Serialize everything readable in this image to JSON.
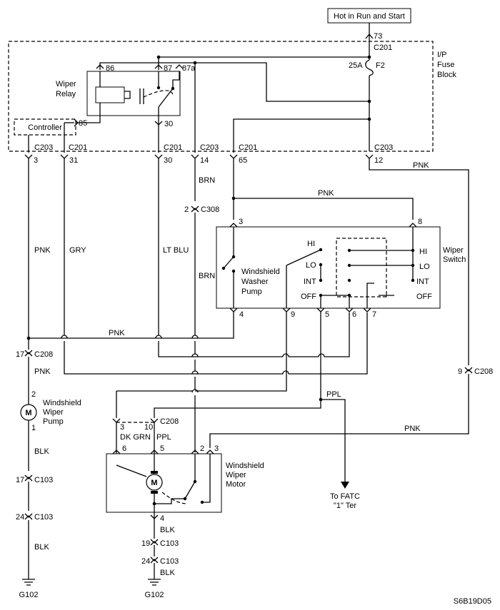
{
  "power_source": "Hot in Run and Start",
  "fuse_block": {
    "label_1": "I/P",
    "label_2": "Fuse",
    "label_3": "Block",
    "fuse_rating": "25A",
    "fuse_name": "F2"
  },
  "relay": {
    "label_1": "Wiper",
    "label_2": "Relay",
    "pins": [
      "86",
      "87",
      "87a",
      "85",
      "30"
    ]
  },
  "controller": "Controller",
  "connectors": {
    "c201": "C201",
    "c203": "C203",
    "c208": "C208",
    "c308": "C308",
    "c103": "C103"
  },
  "pins": {
    "p73": "73",
    "p3": "3",
    "p31": "31",
    "p30": "30",
    "p14": "14",
    "p65": "65",
    "p12": "12",
    "p2": "2",
    "sw3": "3",
    "sw8": "8",
    "sw4": "4",
    "sw9": "9",
    "sw5": "5",
    "sw6": "6",
    "sw7": "7",
    "c208_17": "17",
    "c208_9": "9",
    "c208_3": "3",
    "c208_10": "10",
    "pump2": "2",
    "pump1": "1",
    "m6": "6",
    "m5": "5",
    "m2": "2",
    "m3": "3",
    "m4": "4",
    "c103_17": "17",
    "c103_24a": "24",
    "c103_19": "19",
    "c103_24b": "24"
  },
  "wire_colors": {
    "pnk": "PNK",
    "gry": "GRY",
    "lt_blu": "LT BLU",
    "brn": "BRN",
    "blk": "BLK",
    "dk_grn": "DK GRN",
    "ppl": "PPL"
  },
  "washer_pump_switch": {
    "label_1": "Windshield",
    "label_2": "Washer",
    "label_3": "Pump"
  },
  "wiper_switch": {
    "label_1": "Wiper",
    "label_2": "Switch",
    "positions": [
      "HI",
      "LO",
      "INT",
      "OFF"
    ]
  },
  "pump": {
    "label_1": "Windshield",
    "label_2": "Wiper",
    "label_3": "Pump",
    "symbol": "M"
  },
  "motor": {
    "label_1": "Windshield",
    "label_2": "Wiper",
    "label_3": "Motor",
    "symbol": "M"
  },
  "fatc": {
    "label_1": "To FATC",
    "label_2": "\"1\" Ter"
  },
  "grounds": {
    "g1": "G102",
    "g2": "G102"
  },
  "diagram_id": "S6B19D05"
}
